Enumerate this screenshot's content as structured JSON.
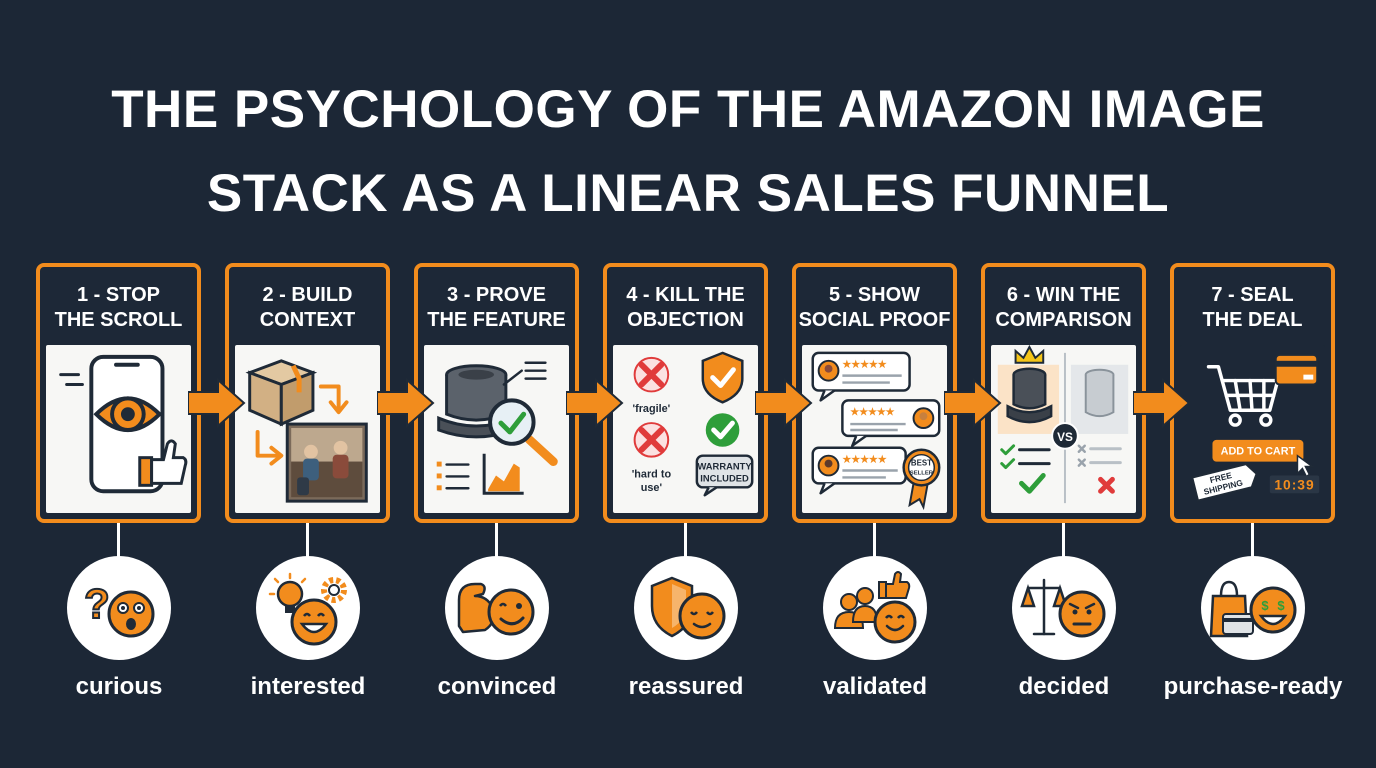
{
  "title": {
    "line1": "THE PSYCHOLOGY OF THE AMAZON IMAGE",
    "line2": "STACK AS A LINEAR SALES FUNNEL"
  },
  "colors": {
    "background": "#1c2736",
    "accent_orange": "#f28c1d",
    "check_green": "#2e9e3a",
    "cross_red": "#e03b3b",
    "text_white": "#ffffff"
  },
  "steps": [
    {
      "heading_line1": "1 - STOP",
      "heading_line2": "THE SCROLL",
      "icons": [
        "smartphone-icon",
        "eye-icon",
        "thumbs-up-icon"
      ],
      "emotion": "curious",
      "emotion_icon": "question-mark-surprised-face-icon"
    },
    {
      "heading_line1": "2 - BUILD",
      "heading_line2": "CONTEXT",
      "icons": [
        "package-box-icon",
        "arrow-icon",
        "lifestyle-photo-icon"
      ],
      "emotion": "interested",
      "emotion_icon": "lightbulb-gear-smiling-face-icon"
    },
    {
      "heading_line1": "3 - PROVE",
      "heading_line2": "THE FEATURE",
      "icons": [
        "product-icon",
        "magnifier-check-icon",
        "growth-chart-icon"
      ],
      "emotion": "convinced",
      "emotion_icon": "flexed-bicep-winking-face-icon"
    },
    {
      "heading_line1": "4 - KILL THE",
      "heading_line2": "OBJECTION",
      "icons": [
        "cross-icon",
        "shield-check-icon",
        "check-icon"
      ],
      "label_fragile": "'fragile'",
      "label_hard_line1": "'hard to",
      "label_hard_line2": "use'",
      "badge_line1": "WARRANTY",
      "badge_line2": "INCLUDED",
      "emotion": "reassured",
      "emotion_icon": "shield-calm-face-icon"
    },
    {
      "heading_line1": "5 - SHOW",
      "heading_line2": "SOCIAL PROOF",
      "icons": [
        "review-bubble-icon",
        "star-rating-icon",
        "best-seller-badge-icon"
      ],
      "stars": "★★★★★",
      "badge_line1": "BEST",
      "badge_line2": "SELLER",
      "emotion": "validated",
      "emotion_icon": "people-thumbs-up-face-icon"
    },
    {
      "heading_line1": "6 - WIN THE",
      "heading_line2": "COMPARISON",
      "icons": [
        "crown-icon",
        "product-icon",
        "check-icon",
        "cross-icon"
      ],
      "versus": "VS",
      "emotion": "decided",
      "emotion_icon": "balance-scale-determined-face-icon"
    },
    {
      "heading_line1": "7 - SEAL",
      "heading_line2": "THE DEAL",
      "icons": [
        "shopping-cart-icon",
        "credit-card-icon",
        "cursor-icon"
      ],
      "cart_button": "ADD TO CART",
      "tag_line1": "FREE",
      "tag_line2": "SHIPPING",
      "timer": "10:39",
      "emotion": "purchase-ready",
      "emotion_icon": "shopping-bag-money-face-icon"
    }
  ]
}
